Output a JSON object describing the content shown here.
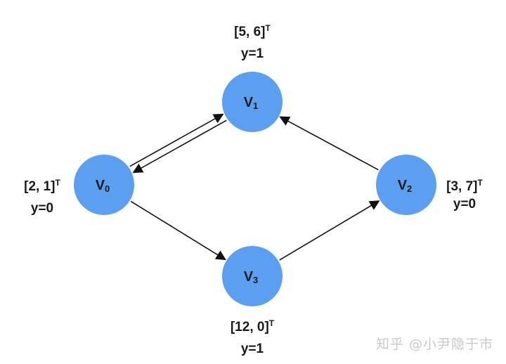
{
  "diagram": {
    "node_color": "#5b9ff0",
    "nodes": [
      {
        "id": "v0",
        "label": "V",
        "sub": "0",
        "vector": "[2, 1]",
        "transpose": "T",
        "y": "y=0"
      },
      {
        "id": "v1",
        "label": "V",
        "sub": "1",
        "vector": "[5, 6]",
        "transpose": "T",
        "y": "y=1"
      },
      {
        "id": "v2",
        "label": "V",
        "sub": "2",
        "vector": "[3, 7]",
        "transpose": "T",
        "y": "y=0"
      },
      {
        "id": "v3",
        "label": "V",
        "sub": "3",
        "vector": "[12, 0]",
        "transpose": "T",
        "y": "y=1"
      }
    ],
    "edges": [
      {
        "from": "v0",
        "to": "v1"
      },
      {
        "from": "v1",
        "to": "v0"
      },
      {
        "from": "v2",
        "to": "v1"
      },
      {
        "from": "v0",
        "to": "v3"
      },
      {
        "from": "v3",
        "to": "v2"
      }
    ]
  },
  "watermark": "知乎 @小尹隐于市"
}
